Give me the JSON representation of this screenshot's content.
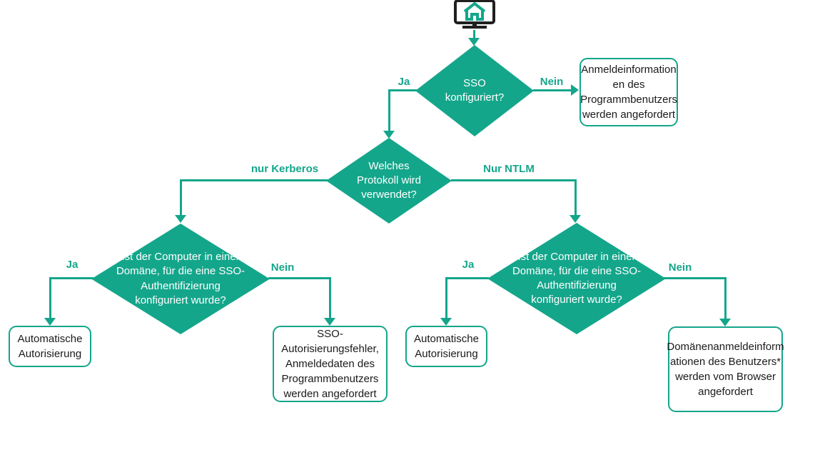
{
  "flowchart": {
    "accent_color": "#14A68B",
    "line_color": "#14A68B",
    "start_icon": "computer-home-icon",
    "decisions": [
      {
        "id": "sso-configured",
        "text": "SSO\nkonfiguriert?"
      },
      {
        "id": "which-protocol",
        "text": "Welches\nProtokoll wird\nverwendet?"
      },
      {
        "id": "domain-sso-kerberos",
        "text": "Ist der Computer in einer\nDomäne, für die eine SSO-\nAuthentifizierung\nkonfiguriert wurde?"
      },
      {
        "id": "domain-sso-ntlm",
        "text": "Ist der Computer in einer\nDomäne, für die eine SSO-\nAuthentifizierung\nkonfiguriert wurde?"
      }
    ],
    "results": [
      {
        "id": "credentials-requested",
        "text": "Anmeldeinformation\nen des\nProgrammbenutzers\nwerden angefordert"
      },
      {
        "id": "auto-authorization-left",
        "text": "Automatische\nAutorisierung"
      },
      {
        "id": "sso-error",
        "text": "SSO-\nAutorisierungsfehler,\nAnmeldedaten des\nProgrammbenutzers\nwerden angefordert"
      },
      {
        "id": "auto-authorization-right",
        "text": "Automatische\nAutorisierung"
      },
      {
        "id": "browser-domain-credentials",
        "text": "Domänenanmeldeinform\nationen des Benutzers*\nwerden vom Browser\nangefordert"
      }
    ],
    "edge_labels": {
      "ja1": "Ja",
      "nein1": "Nein",
      "kerberos": "nur Kerberos",
      "ntlm": "Nur NTLM",
      "ja2": "Ja",
      "nein2": "Nein",
      "ja3": "Ja",
      "nein3": "Nein"
    }
  }
}
